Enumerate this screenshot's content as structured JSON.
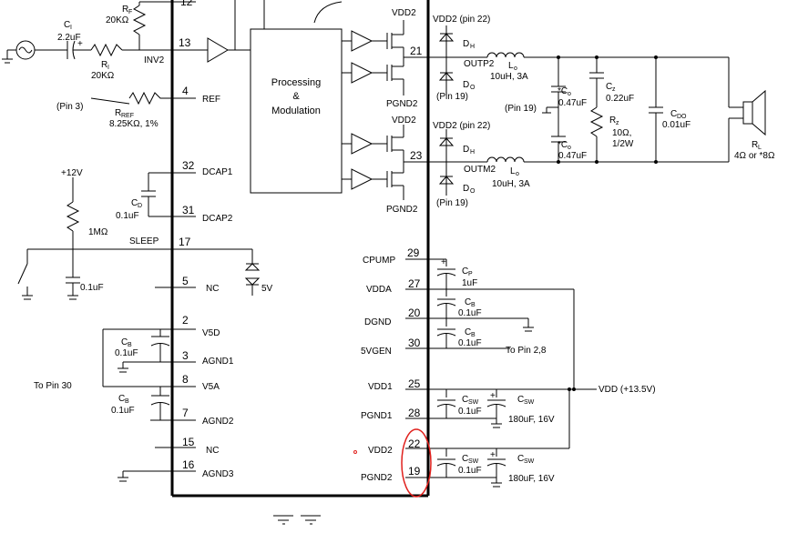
{
  "ic": {
    "block_label_lines": [
      "Processing",
      "&",
      "Modulation"
    ],
    "left_pins": [
      {
        "num": "12",
        "name": ""
      },
      {
        "num": "13",
        "name": "INV2"
      },
      {
        "num": "4",
        "name": "REF"
      },
      {
        "num": "32",
        "name": "DCAP1"
      },
      {
        "num": "31",
        "name": "DCAP2"
      },
      {
        "num": "17",
        "name": "SLEEP"
      },
      {
        "num": "5",
        "name": "NC"
      },
      {
        "num": "2",
        "name": "V5D"
      },
      {
        "num": "3",
        "name": "AGND1"
      },
      {
        "num": "8",
        "name": "V5A"
      },
      {
        "num": "7",
        "name": "AGND2"
      },
      {
        "num": "15",
        "name": "NC"
      },
      {
        "num": "16",
        "name": "AGND3"
      }
    ],
    "right_pins": [
      {
        "num": "21",
        "name": ""
      },
      {
        "num": "23",
        "name": ""
      },
      {
        "num": "29",
        "name": "CPUMP"
      },
      {
        "num": "27",
        "name": "VDDA"
      },
      {
        "num": "20",
        "name": "DGND"
      },
      {
        "num": "30",
        "name": "5VGEN"
      },
      {
        "num": "25",
        "name": "VDD1"
      },
      {
        "num": "28",
        "name": "PGND1"
      },
      {
        "num": "22",
        "name": "VDD2"
      },
      {
        "num": "19",
        "name": "PGND2"
      }
    ]
  },
  "components": {
    "ci": {
      "name": "C",
      "sub": "I",
      "value": "2.2uF"
    },
    "ri": {
      "name": "R",
      "sub": "I",
      "value": "20KΩ"
    },
    "rf": {
      "name": "R",
      "sub": "F",
      "value": "20KΩ"
    },
    "rref": {
      "name": "R",
      "sub": "REF",
      "value": "8.25KΩ, 1%"
    },
    "cd": {
      "name": "C",
      "sub": "D",
      "value": "0.1uF"
    },
    "pullup": {
      "supply": "+12V",
      "value": "1MΩ"
    },
    "sleep_cap": {
      "value": "0.1uF"
    },
    "zener": {
      "value": "5V"
    },
    "cb1": {
      "name": "C",
      "sub": "B",
      "value": "0.1uF"
    },
    "cb2": {
      "name": "C",
      "sub": "B",
      "value": "0.1uF"
    },
    "cp": {
      "name": "C",
      "sub": "P",
      "value": "1uF"
    },
    "cb3": {
      "name": "C",
      "sub": "B",
      "value": "0.1uF"
    },
    "cb4": {
      "name": "C",
      "sub": "B",
      "value": "0.1uF"
    },
    "csw1": {
      "name": "C",
      "sub": "SW",
      "value": "0.1uF"
    },
    "csw2": {
      "name": "C",
      "sub": "SW",
      "value": "180uF, 16V"
    },
    "csw3": {
      "name": "C",
      "sub": "SW",
      "value": "0.1uF"
    },
    "csw4": {
      "name": "C",
      "sub": "SW",
      "value": "180uF, 16V"
    },
    "lo1": {
      "name": "L",
      "sub": "o",
      "value": "10uH, 3A"
    },
    "lo2": {
      "name": "L",
      "sub": "o",
      "value": "10uH, 3A"
    },
    "co1": {
      "name": "*C",
      "sub": "o",
      "value": "0.47uF"
    },
    "co2": {
      "name": "*C",
      "sub": "o",
      "value": "0.47uF"
    },
    "cz": {
      "name": "C",
      "sub": "z",
      "value": "0.22uF"
    },
    "rz": {
      "name": "R",
      "sub": "z",
      "value": "10Ω,",
      "value2": "1/2W"
    },
    "cdo": {
      "name": "C",
      "sub": "DO",
      "value": "0.01uF"
    },
    "rl": {
      "name": "R",
      "sub": "L",
      "value": "4Ω or *8Ω"
    },
    "dh1": {
      "name": "D",
      "sub": "H"
    },
    "do1": {
      "name": "D",
      "sub": "O"
    },
    "dh2": {
      "name": "D",
      "sub": "H"
    },
    "do2": {
      "name": "D",
      "sub": "O"
    }
  },
  "nets": {
    "vdd2_top": "VDD2",
    "pgnd2_top": "PGND2",
    "vdd2_mid": "VDD2",
    "pgnd2_mid": "PGND2",
    "vdd2_pin22_a": "VDD2 (pin 22)",
    "vdd2_pin22_b": "VDD2 (pin 22)",
    "pin19_a": "(Pin 19)",
    "pin19_b": "(Pin 19)",
    "pin19_c": "(Pin 19)",
    "outp2": "OUTP2",
    "outm2": "OUTM2",
    "pin3": "(Pin 3)",
    "to_pin30": "To Pin 30",
    "to_pin28": "To Pin 2,8",
    "vdd": "VDD (+13.5V)"
  },
  "annotation": {
    "highlight_color": "#e0201c"
  }
}
